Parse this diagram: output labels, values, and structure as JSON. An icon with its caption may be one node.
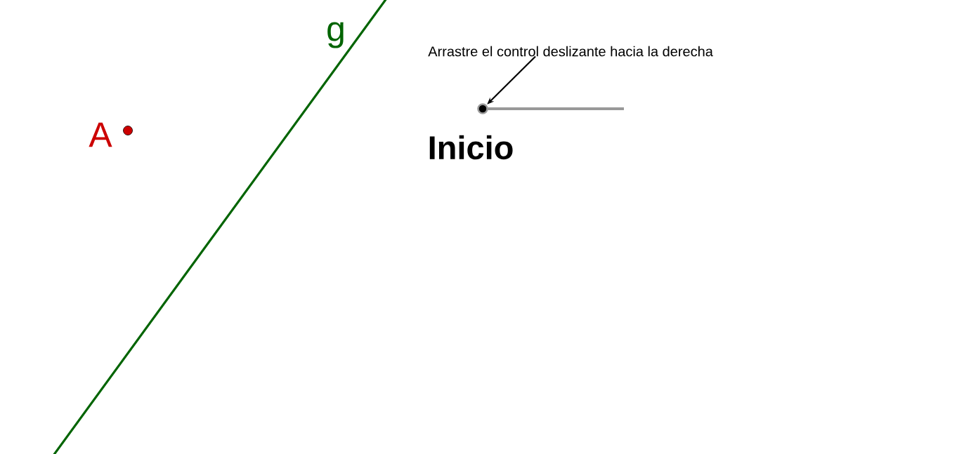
{
  "diagram": {
    "nodes": [
      {
        "text": [
          "Arrastre el control deslizante hacia la derecha"
        ]
      },
      {
        "text": [],
        "shape": "circle"
      }
    ],
    "edges": [
      {
        "from": 0,
        "to": 1,
        "arrow": "to"
      }
    ],
    "labels": [
      "g",
      "A",
      "Inicio"
    ]
  }
}
